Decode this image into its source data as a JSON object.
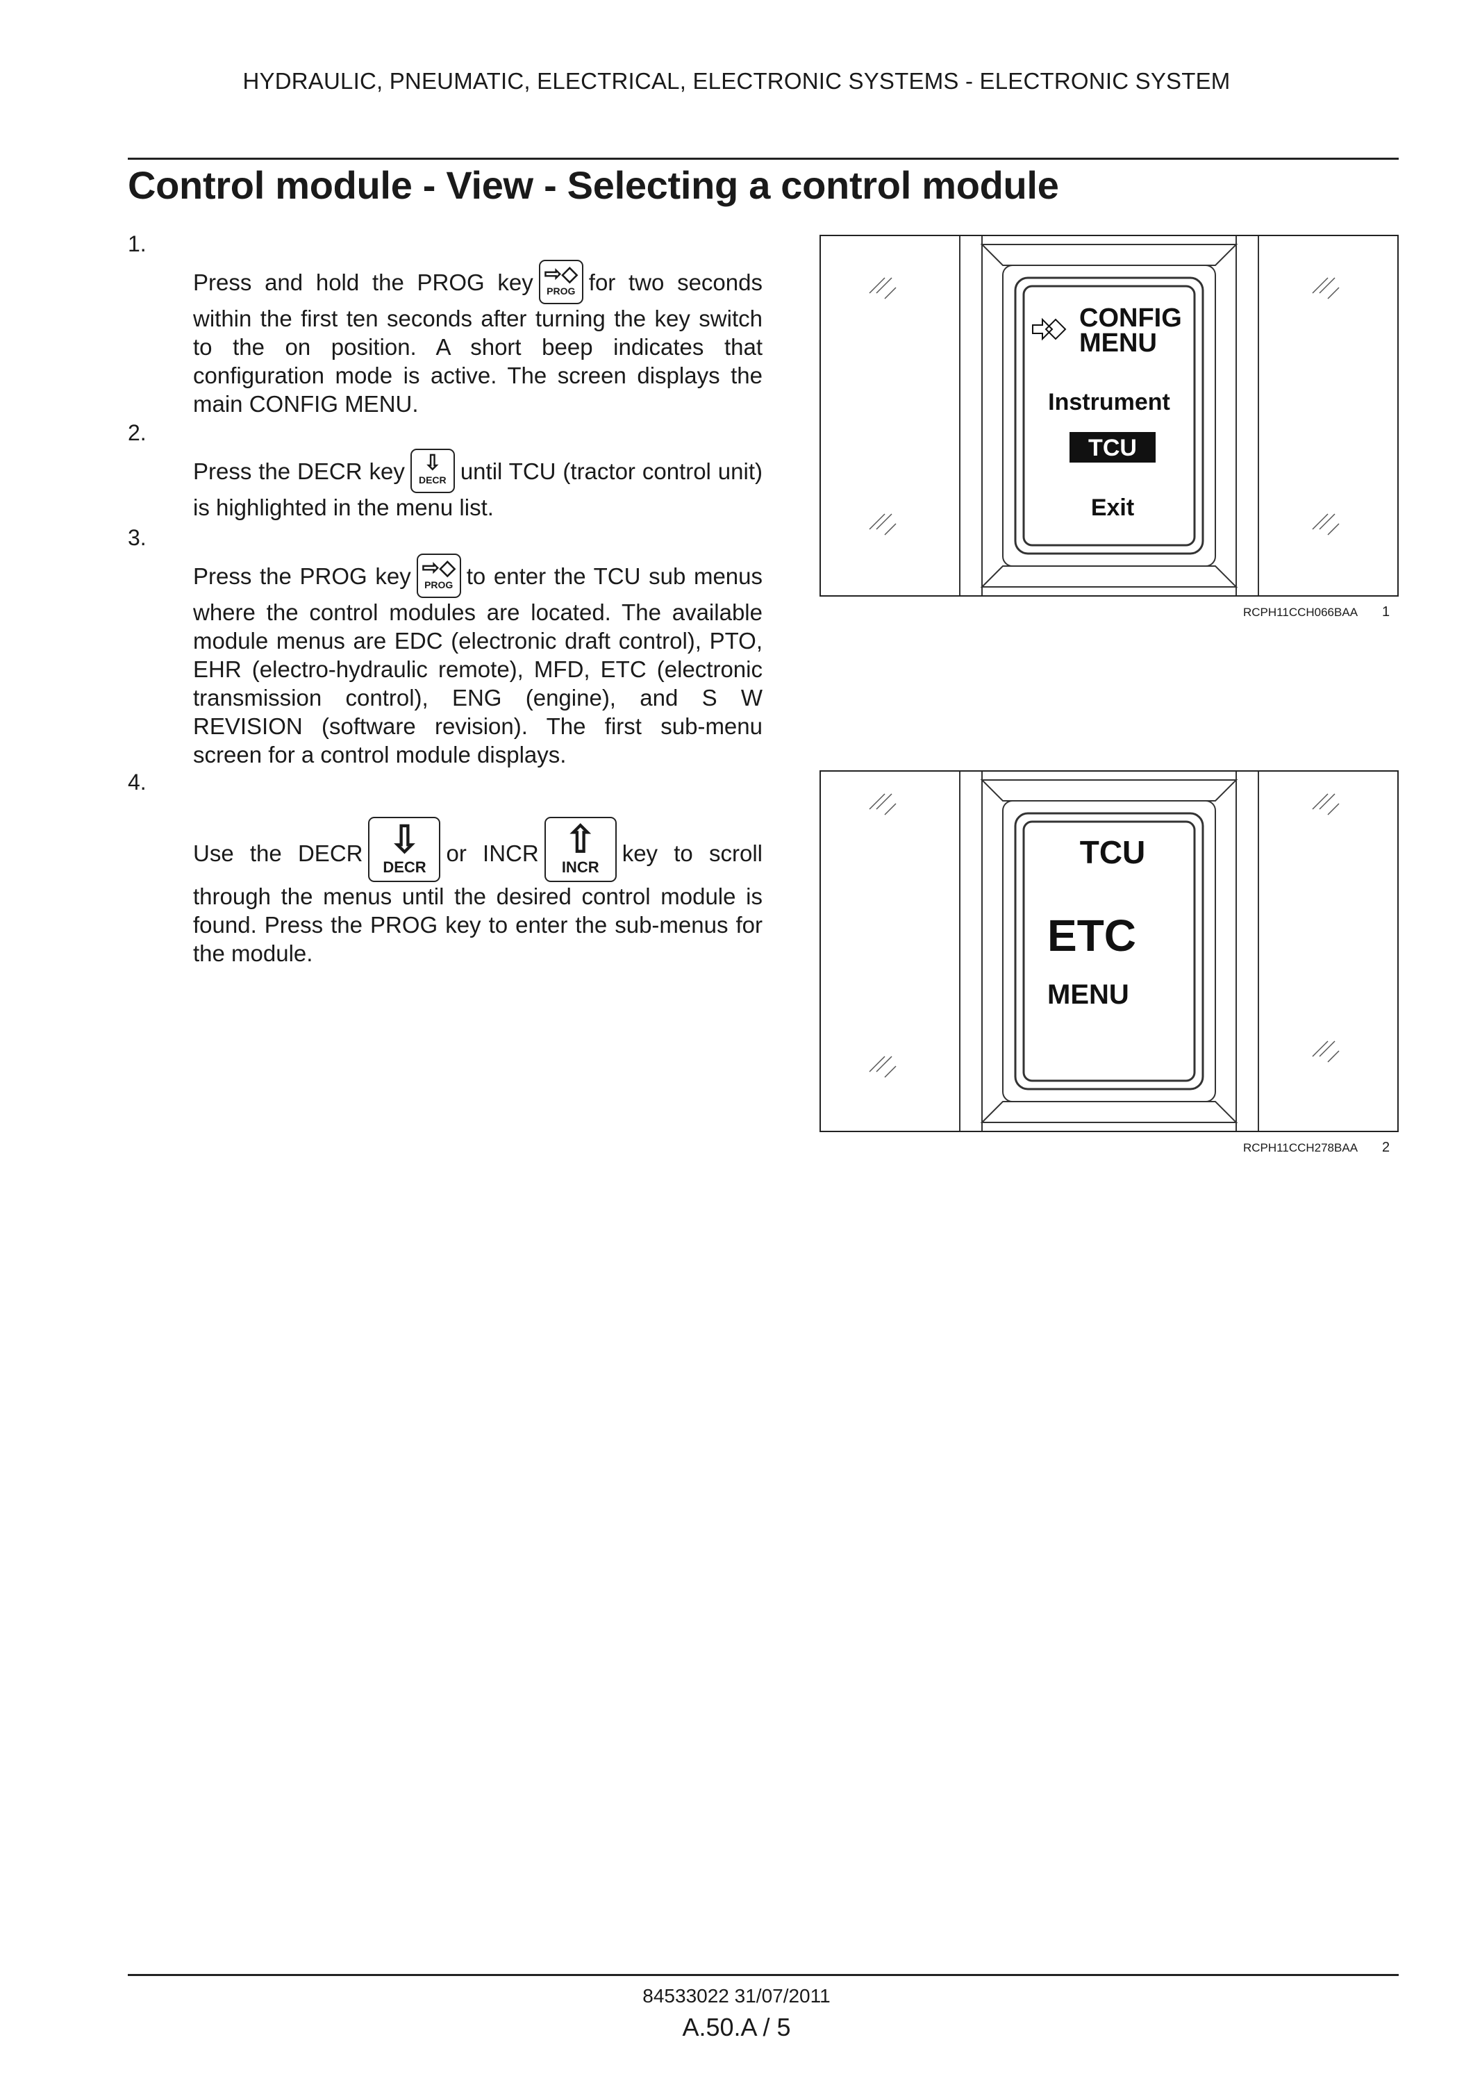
{
  "header": {
    "section": "HYDRAULIC, PNEUMATIC, ELECTRICAL, ELECTRONIC SYSTEMS - ELECTRONIC SYSTEM"
  },
  "title": "Control module - View - Selecting a control module",
  "keys": {
    "prog": {
      "label": "PROG",
      "icon": "prog-arrow-diamond-icon"
    },
    "decr": {
      "label": "DECR",
      "icon": "down-arrow-icon"
    },
    "incr": {
      "label": "INCR",
      "icon": "up-arrow-icon"
    }
  },
  "steps": [
    {
      "number": "1.",
      "before": "Press and hold the PROG key",
      "after": "for two seconds within the first ten seconds after turning the key switch to the on position. A short beep indicates that configuration mode is active.  The screen displays the main CONFIG MENU."
    },
    {
      "number": "2.",
      "before": "Press the DECR key",
      "after": "until TCU (tractor control unit) is highlighted in the menu list."
    },
    {
      "number": "3.",
      "before": "Press the PROG key",
      "after": "to enter the TCU sub menus where the control modules are located.  The available module menus are EDC (electronic draft control), PTO, EHR (electro-hydraulic remote), MFD, ETC (electronic transmission control), ENG (engine), and S W REVISION (software revision).  The first sub-menu screen for a control module displays."
    },
    {
      "number": "4.",
      "before": "Use the DECR",
      "middle": "or INCR",
      "after": "key to scroll through the menus until the desired control module is found. Press the PROG key to enter the sub-menus for the module."
    }
  ],
  "figures": [
    {
      "code": "RCPH11CCH066BAA",
      "number": "1",
      "screen": {
        "line1": "CONFIG",
        "line2": "MENU",
        "item1": "Instrument",
        "item2": "TCU",
        "item3": "Exit"
      }
    },
    {
      "code": "RCPH11CCH278BAA",
      "number": "2",
      "screen": {
        "line1": "TCU",
        "line2": "ETC",
        "line3": "MENU"
      }
    }
  ],
  "footer": {
    "doc": "84533022 31/07/2011",
    "page": "A.50.A / 5"
  }
}
